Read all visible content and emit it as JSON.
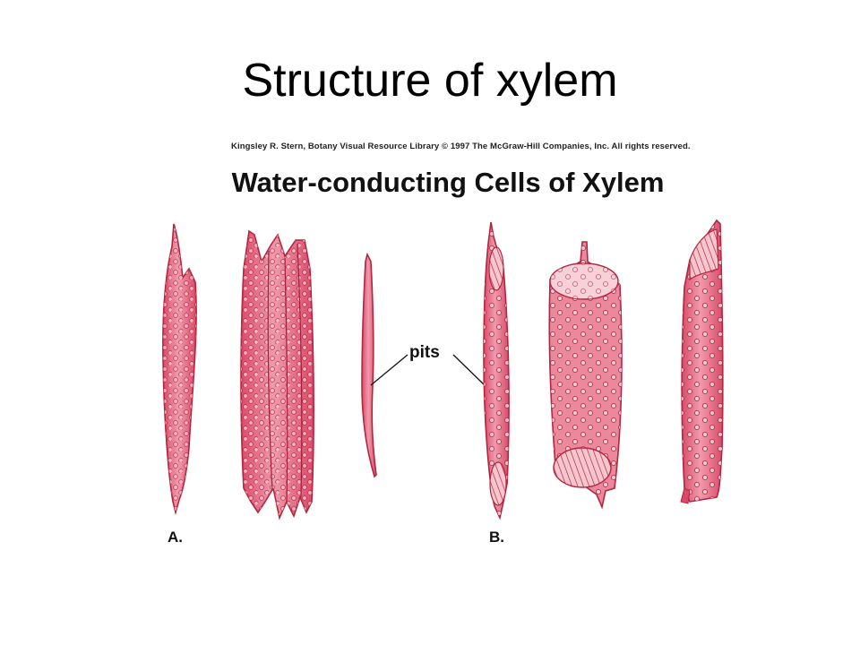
{
  "slide": {
    "title": "Structure of xylem"
  },
  "figure": {
    "credit": "Kingsley R. Stern, Botany Visual Resource Library © 1997 The McGraw-Hill Companies, Inc. All rights reserved.",
    "title": "Water-conducting Cells of Xylem",
    "callout_label": "pits",
    "panel_labels": {
      "a": "A.",
      "b": "B."
    }
  },
  "colors": {
    "cell_fill": "#e8738c",
    "cell_light": "#f4b3c0",
    "cell_outline": "#b3263f",
    "pit": "#c23a55"
  }
}
